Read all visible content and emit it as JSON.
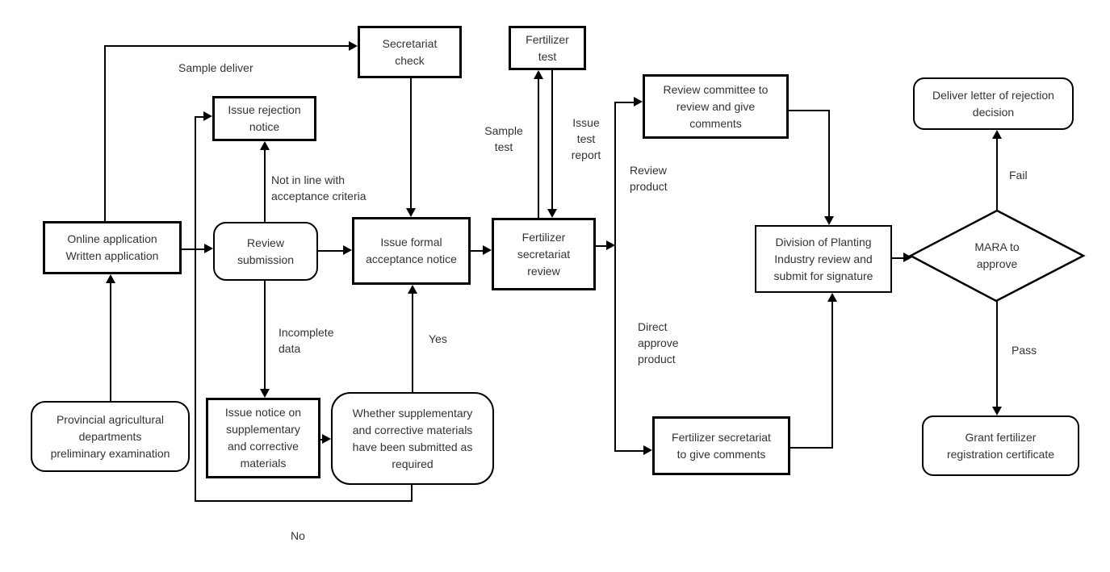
{
  "nodes": {
    "online_application": {
      "label": "Online application\nWritten application"
    },
    "review_submission": {
      "label": "Review\nsubmission"
    },
    "issue_rejection_notice": {
      "label": "Issue rejection\nnotice"
    },
    "secretariat_check": {
      "label": "Secretariat\ncheck"
    },
    "issue_formal_acceptance": {
      "label": "Issue formal\nacceptance notice"
    },
    "fertilizer_test": {
      "label": "Fertilizer\ntest"
    },
    "fertilizer_secretariat_review": {
      "label": "Fertilizer\nsecretariat\nreview"
    },
    "review_committee": {
      "label": "Review committee to\nreview and give\ncomments"
    },
    "division_planting": {
      "label": "Division of Planting\nIndustry review and\nsubmit for signature"
    },
    "mara_decision": {
      "label": "MARA to\napprove"
    },
    "deliver_rejection": {
      "label": "Deliver letter of rejection\ndecision"
    },
    "grant_certificate": {
      "label": "Grant fertilizer\nregistration certificate"
    },
    "provincial_exam": {
      "label": "Provincial agricultural\ndepartments\npreliminary examination"
    },
    "issue_notice_supplementary": {
      "label": "Issue notice on\nsupplementary\nand corrective\nmaterials"
    },
    "whether_supplementary": {
      "label": "Whether supplementary\nand corrective materials\nhave been submitted as\nrequired"
    },
    "fertilizer_secretariat_comments": {
      "label": "Fertilizer secretariat\nto give comments"
    }
  },
  "edge_labels": {
    "sample_deliver": "Sample deliver",
    "not_in_line": "Not in line with\nacceptance criteria",
    "incomplete_data": "Incomplete\ndata",
    "yes": "Yes",
    "no": "No",
    "sample_test": "Sample\ntest",
    "issue_test_report": "Issue\ntest\nreport",
    "review_product": "Review\nproduct",
    "direct_approve_product": "Direct\napprove\nproduct",
    "fail": "Fail",
    "pass": "Pass"
  },
  "colors": {
    "line": "#000000",
    "text": "#333333",
    "background": "#ffffff"
  }
}
